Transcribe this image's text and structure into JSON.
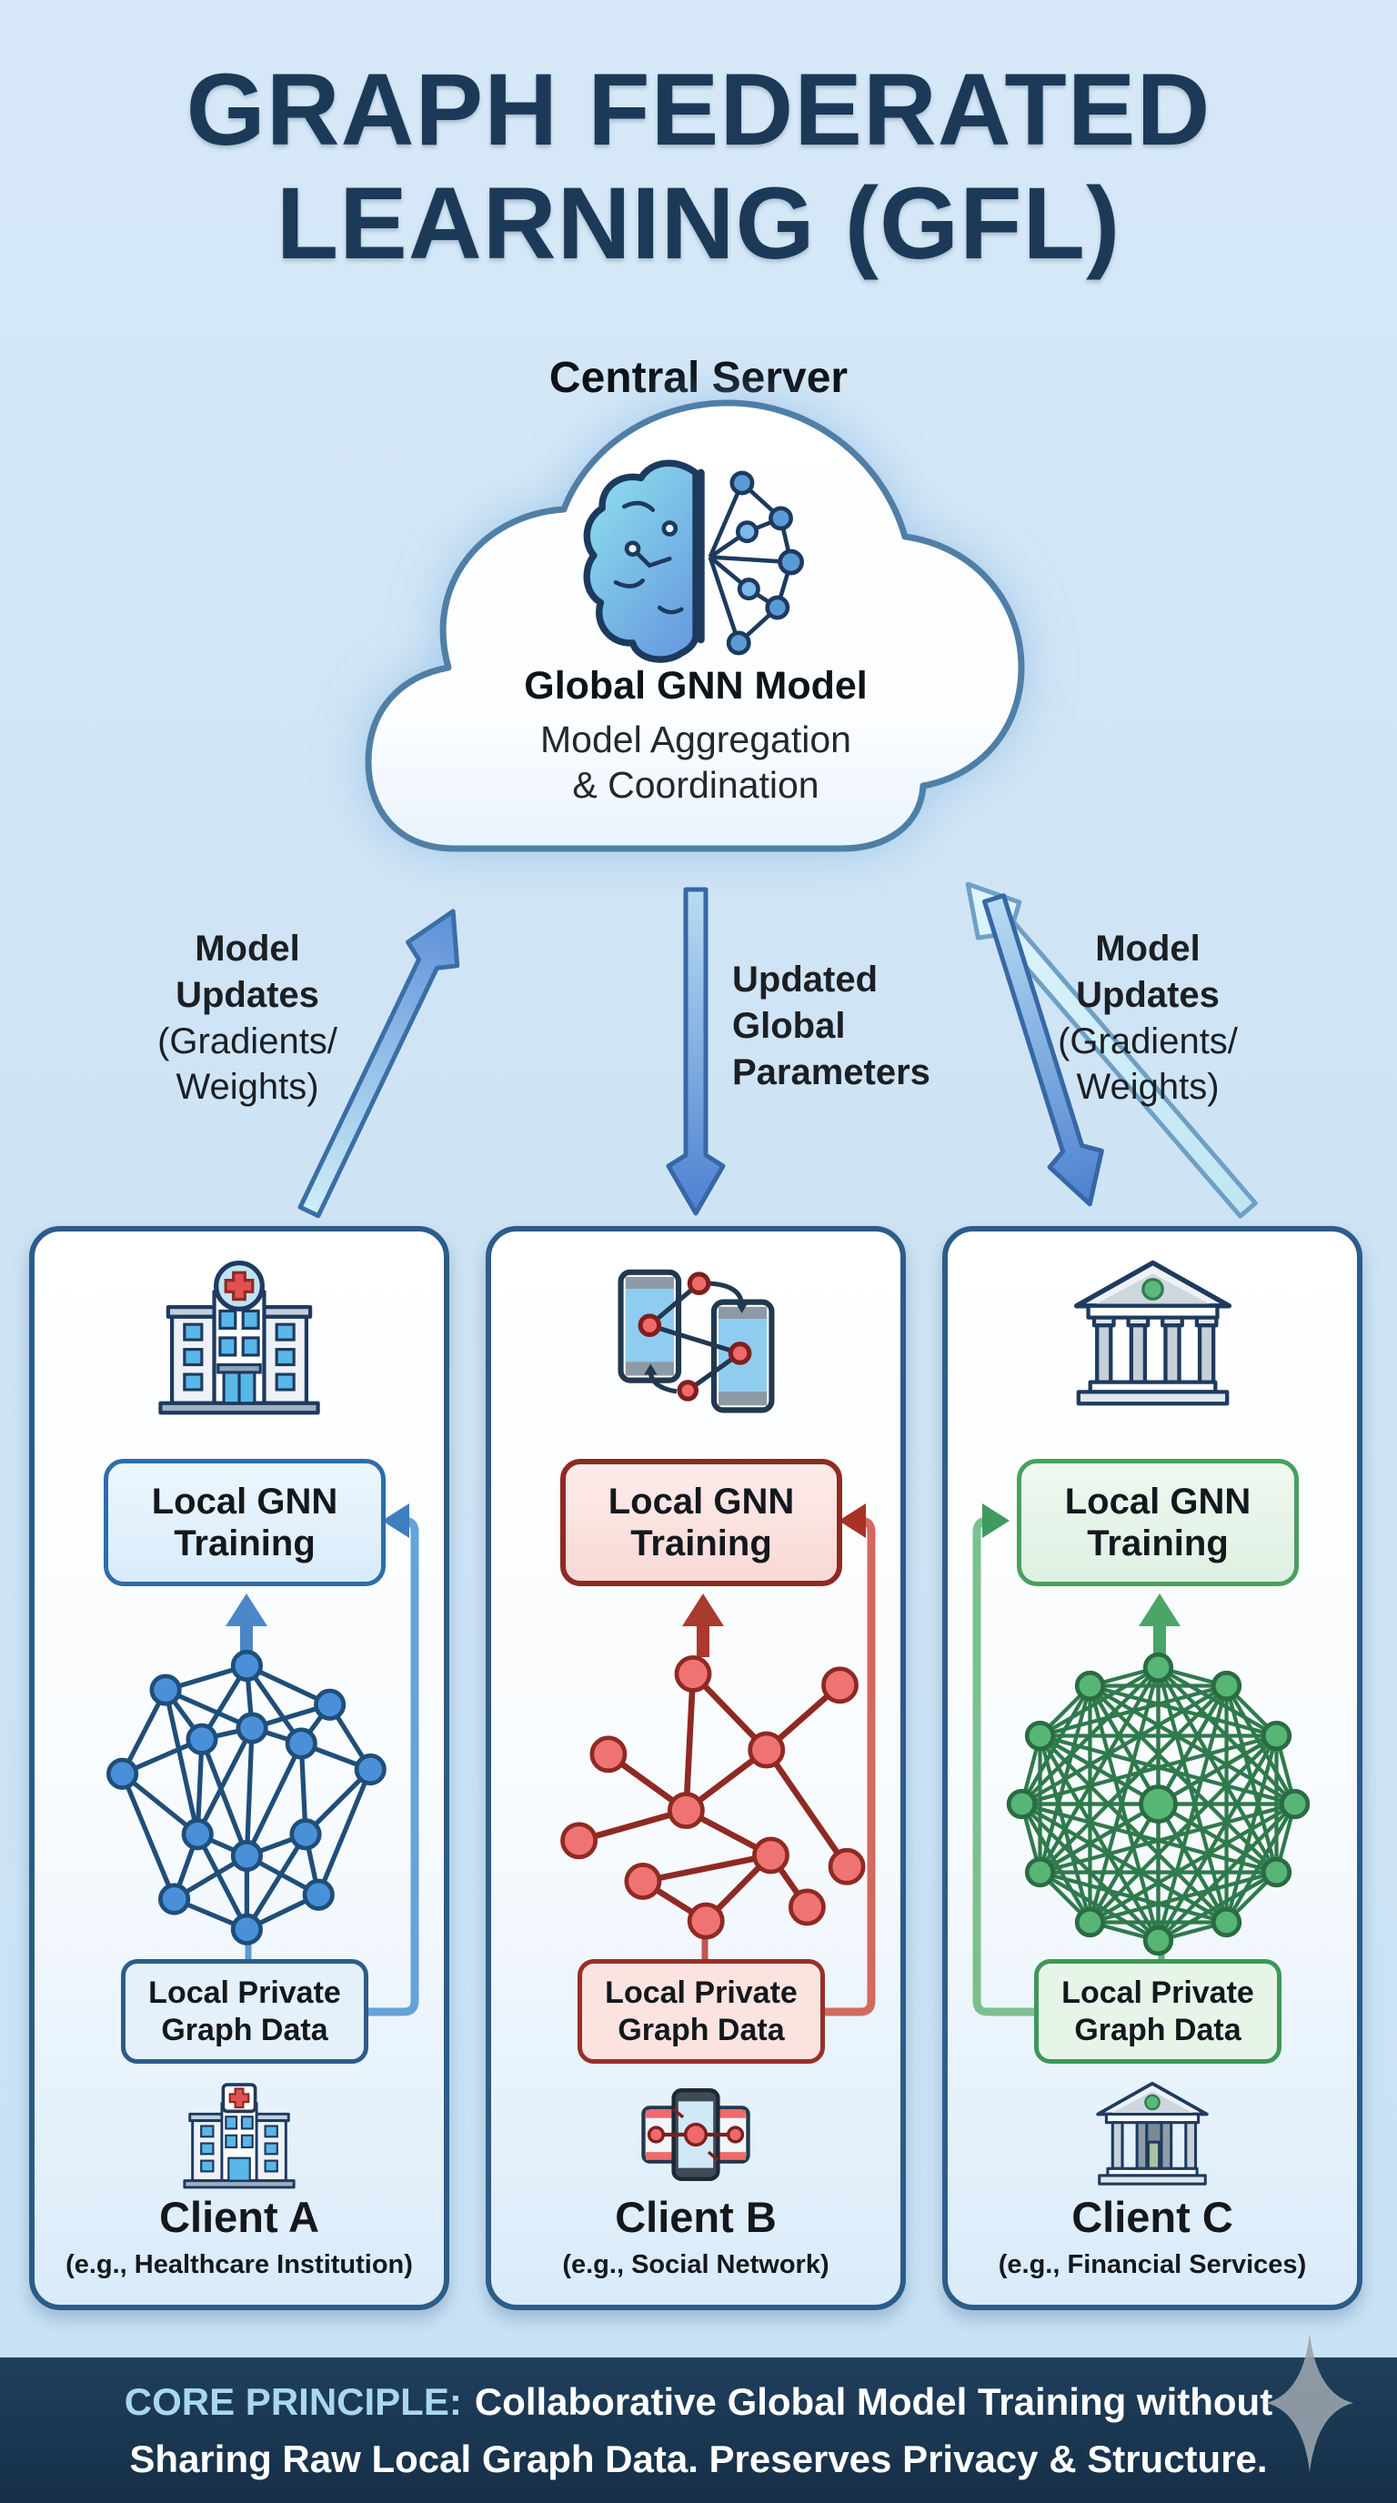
{
  "title": {
    "line1": "GRAPH FEDERATED",
    "line2": "LEARNING (GFL)"
  },
  "central_server": {
    "heading": "Central Server",
    "icon": "brain-network-icon",
    "model_label": "Global GNN Model",
    "role_line1": "Model Aggregation",
    "role_line2": "& Coordination"
  },
  "flows": {
    "left_upload": {
      "direction": "up",
      "lines": [
        "Model",
        "Updates",
        "(Gradients/",
        "Weights)"
      ]
    },
    "center_download": {
      "direction": "down",
      "lines": [
        "Updated",
        "Global",
        "Parameters"
      ]
    },
    "right_exchange": {
      "direction": "up-and-down",
      "lines": [
        "Model",
        "Updates",
        "(Gradients/",
        "Weights)"
      ]
    }
  },
  "clients": [
    {
      "name": "Client A",
      "subtitle": "(e.g., Healthcare Institution)",
      "icon": "hospital-icon",
      "graph_style": "medium-dense-graph",
      "accent_color": "#3f7fc0",
      "training_lines": [
        "Local GNN",
        "Training"
      ],
      "data_lines": [
        "Local Private",
        "Graph Data"
      ]
    },
    {
      "name": "Client B",
      "subtitle": "(e.g., Social Network)",
      "icon": "smartphones-icon",
      "graph_style": "sparse-graph",
      "accent_color": "#b03a2e",
      "training_lines": [
        "Local GNN",
        "Training"
      ],
      "data_lines": [
        "Local Private",
        "Graph Data"
      ]
    },
    {
      "name": "Client C",
      "subtitle": "(e.g., Financial Services)",
      "icon": "bank-icon",
      "graph_style": "dense-complete-graph",
      "accent_color": "#3f9857",
      "training_lines": [
        "Local GNN",
        "Training"
      ],
      "data_lines": [
        "Local Private",
        "Graph Data"
      ]
    }
  ],
  "banner": {
    "highlight": "CORE PRINCIPLE:",
    "line1": "Collaborative Global Model Training without",
    "line2": "Sharing Raw Local Graph Data. Preserves Privacy & Structure.",
    "highlight_color": "#a9d6f0",
    "background_color": "#1b3a54"
  },
  "colors": {
    "page_background": "#cfe4f5",
    "panel_border": "#2c5c88",
    "cloud_border": "#4f7fa6",
    "title_color": "#1c3a57",
    "blue_node": "#4a90d9",
    "red_node": "#f07373",
    "green_node": "#57b575"
  }
}
